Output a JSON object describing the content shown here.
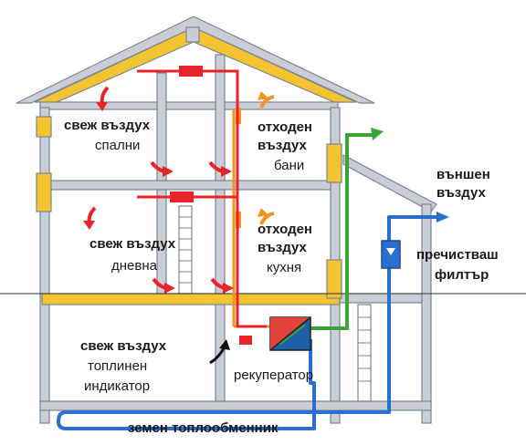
{
  "labels": {
    "fresh_bedrooms_1": "свеж въздух",
    "fresh_bedrooms_2": "спални",
    "exhaust_bath_1": "отходен",
    "exhaust_bath_2": "въздух",
    "exhaust_bath_3": "бани",
    "outside_air_1": "външен",
    "outside_air_2": "въздух",
    "fresh_living_1": "свеж въздух",
    "fresh_living_2": "дневна",
    "exhaust_kitchen_1": "отходен",
    "exhaust_kitchen_2": "въздух",
    "exhaust_kitchen_3": "кухня",
    "filter_1": "пречистваш",
    "filter_2": "филтър",
    "fresh_heater_1": "свеж въздух",
    "fresh_heater_2": "топлинен",
    "fresh_heater_3": "индикатор",
    "recuperator": "рекуператор",
    "ground_exchanger": "земен топлообменник"
  },
  "colors": {
    "fresh_air": "#e8232a",
    "exhaust_air": "#f39320",
    "outdoor_air": "#2a6ed1",
    "outgoing_air": "#3aa535",
    "insulation": "#f4c430",
    "structure": "#c9ced6"
  }
}
